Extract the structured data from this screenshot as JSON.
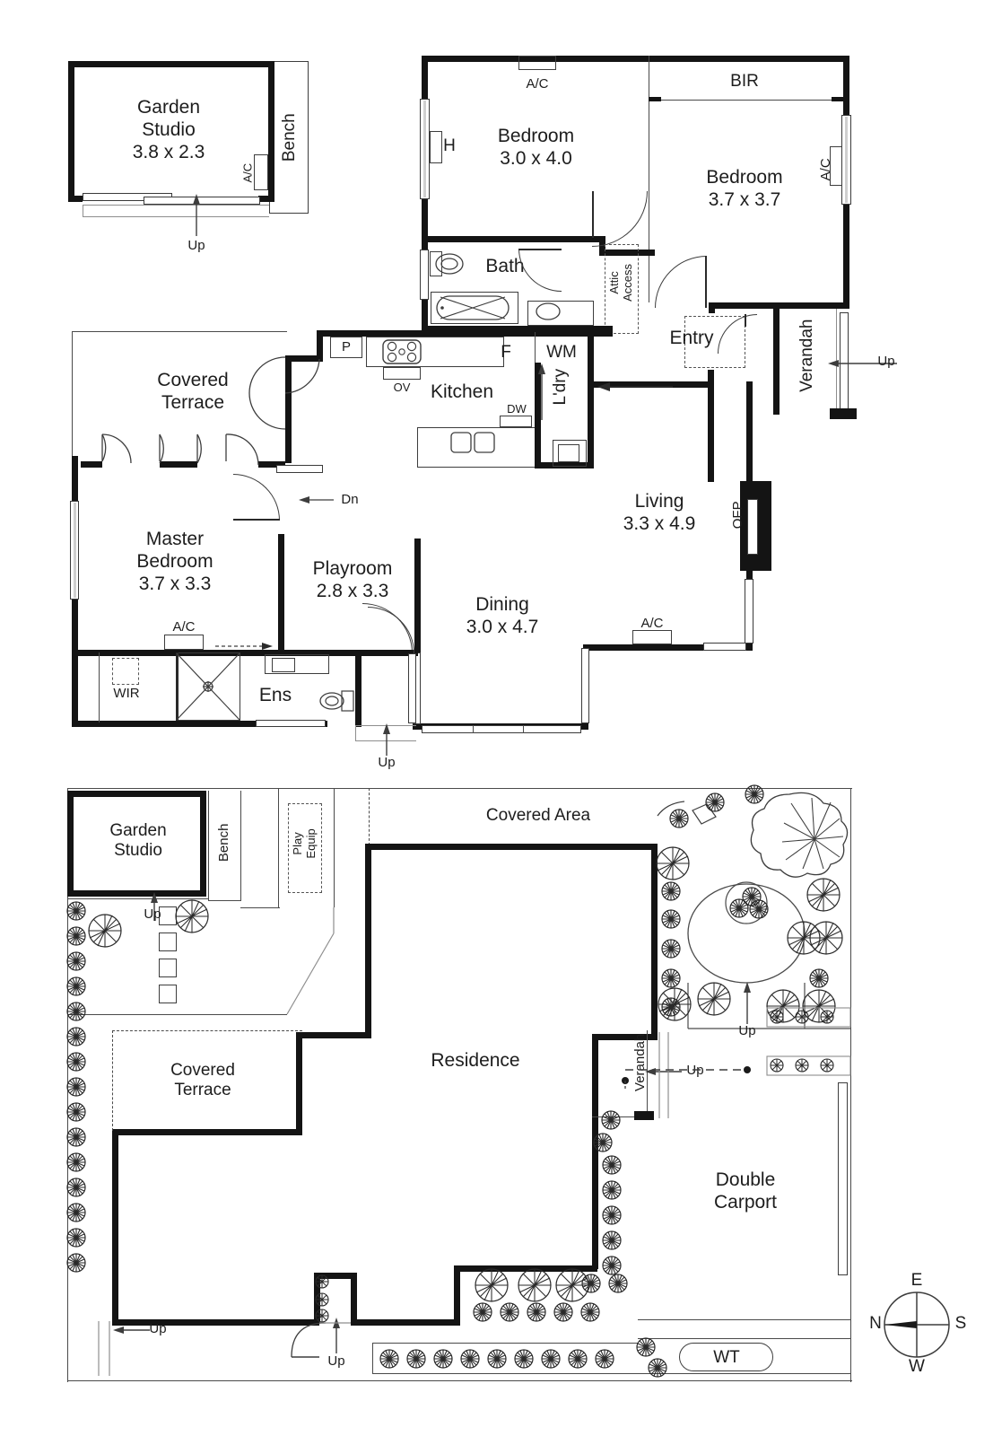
{
  "document": {
    "type": "real-estate-floorplan",
    "sheets": [
      "floor-plan",
      "site-plan"
    ]
  },
  "floor_plan": {
    "garden_studio": {
      "name": "Garden\nStudio",
      "dimensions": "3.8 x 2.3",
      "bench_label": "Bench",
      "ac_label": "A/C",
      "up_label": "Up"
    },
    "rooms": [
      {
        "id": "bedroom2",
        "name": "Bedroom",
        "dimensions": "3.0 x 4.0"
      },
      {
        "id": "bedroom3",
        "name": "Bedroom",
        "dimensions": "3.7 x 3.7"
      },
      {
        "id": "master",
        "name": "Master\nBedroom",
        "dimensions": "3.7 x 3.3"
      },
      {
        "id": "playroom",
        "name": "Playroom",
        "dimensions": "2.8 x 3.3"
      },
      {
        "id": "dining",
        "name": "Dining",
        "dimensions": "3.0 x 4.7"
      },
      {
        "id": "living",
        "name": "Living",
        "dimensions": "3.3 x 4.9"
      }
    ],
    "spaces": [
      {
        "id": "bath",
        "name": "Bath"
      },
      {
        "id": "kitchen",
        "name": "Kitchen"
      },
      {
        "id": "laundry",
        "name": "L'dry"
      },
      {
        "id": "entry",
        "name": "Entry"
      },
      {
        "id": "verandah",
        "name": "Verandah"
      },
      {
        "id": "covered_terrace",
        "name": "Covered\nTerrace"
      },
      {
        "id": "ens",
        "name": "Ens"
      },
      {
        "id": "wir",
        "name": "WIR"
      }
    ],
    "annotations": {
      "bir": "BIR",
      "attic_access": "Attic\nAccess",
      "ofp": "OFP",
      "heater": "H",
      "pantry": "P",
      "oven": "OV",
      "fridge": "F",
      "washing_machine": "WM",
      "dishwasher": "DW",
      "ac": "A/C",
      "up": "Up",
      "dn": "Dn"
    },
    "ac_units": [
      "A/C",
      "A/C",
      "A/C",
      "A/C",
      "A/C"
    ],
    "up_markers": [
      "Up",
      "Up",
      "Up"
    ],
    "dn_markers": [
      "Dn"
    ]
  },
  "site_plan": {
    "labels": {
      "garden_studio": "Garden\nStudio",
      "bench": "Bench",
      "play_equip": "Play\nEquip",
      "covered_area": "Covered Area",
      "covered_terrace": "Covered\nTerrace",
      "residence": "Residence",
      "verandah": "Verandah",
      "double_carport": "Double\nCarport",
      "water_tank": "WT",
      "up": "Up"
    },
    "up_markers": [
      "Up",
      "Up",
      "Up",
      "Up",
      "Up"
    ]
  },
  "compass": {
    "north": "N",
    "east": "E",
    "south": "S",
    "west": "W"
  },
  "colors": {
    "wall": "#141414",
    "line": "#3d3d3d",
    "thin": "#8e8e8e",
    "text": "#1d1d1d",
    "background": "#ffffff"
  }
}
